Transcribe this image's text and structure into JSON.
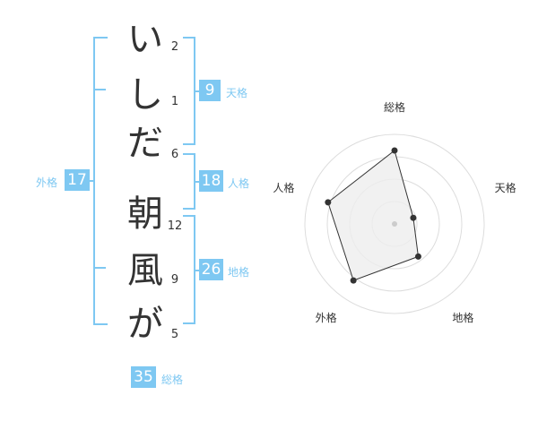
{
  "name": {
    "chars": [
      {
        "char": "い",
        "strokes": "2"
      },
      {
        "char": "し",
        "strokes": "1"
      },
      {
        "char": "だ",
        "strokes": "6"
      },
      {
        "char": "朝",
        "strokes": "12"
      },
      {
        "char": "風",
        "strokes": "9"
      },
      {
        "char": "が",
        "strokes": "5"
      }
    ]
  },
  "scores": {
    "tenkaku": {
      "label": "天格",
      "value": "9"
    },
    "jinkaku": {
      "label": "人格",
      "value": "18"
    },
    "chikaku": {
      "label": "地格",
      "value": "26"
    },
    "gaikaku": {
      "label": "外格",
      "value": "17"
    },
    "soukaku": {
      "label": "総格",
      "value": "35"
    }
  },
  "chart_data": {
    "type": "radar",
    "axes": [
      "総格",
      "天格",
      "地格",
      "外格",
      "人格"
    ],
    "values": [
      0.82,
      0.22,
      0.45,
      0.78,
      0.78
    ],
    "max": 1,
    "rings": 4,
    "colors": {
      "fill": "#eeeeee",
      "stroke": "#333333",
      "ring": "#dddddd",
      "center": "#cccccc"
    }
  }
}
